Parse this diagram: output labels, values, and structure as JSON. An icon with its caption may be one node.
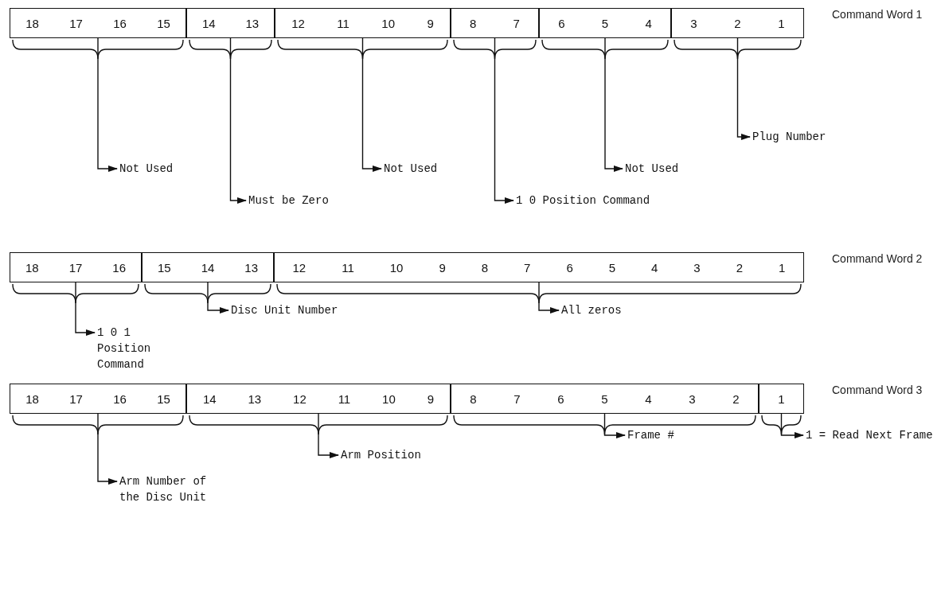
{
  "diagram": {
    "nodes": [
      {
        "text": [
          "18 17 16 15"
        ]
      },
      {
        "text": [
          "14 13"
        ]
      },
      {
        "text": [
          "12 11 10 9"
        ]
      },
      {
        "text": [
          "8 7"
        ]
      },
      {
        "text": [
          "6 5 4"
        ]
      },
      {
        "text": [
          "3 2 1"
        ]
      },
      {
        "text": [
          "Plug Number"
        ]
      },
      {
        "text": [
          "Not Used"
        ]
      },
      {
        "text": [
          "Not Used"
        ]
      },
      {
        "text": [
          "Not Used"
        ]
      },
      {
        "text": [
          "Must be Zero"
        ]
      },
      {
        "text": [
          "1 0 Position Command"
        ]
      },
      {
        "text": [
          "18 17 16"
        ]
      },
      {
        "text": [
          "15 14 13"
        ]
      },
      {
        "text": [
          "12 11 10 9 8 7 6 5 4 3 2 1"
        ]
      },
      {
        "text": [
          "Disc Unit Number"
        ]
      },
      {
        "text": [
          "All zeros"
        ]
      },
      {
        "text": [
          "1 0 1 Position Command"
        ]
      },
      {
        "text": [
          "18 17 16 15"
        ]
      },
      {
        "text": [
          "14 13 12 11 10 9"
        ]
      },
      {
        "text": [
          "8 7 6 5 4 3 2"
        ]
      },
      {
        "text": [
          "1"
        ]
      },
      {
        "text": [
          "1 = Read Next Frame"
        ]
      },
      {
        "text": [
          "Frame #"
        ]
      },
      {
        "text": [
          "Arm Position"
        ]
      },
      {
        "text": [
          "Arm Number of the Disc Unit"
        ]
      }
    ],
    "edges": [
      {
        "from": 0,
        "to": 7,
        "arrow": "to"
      },
      {
        "from": 1,
        "to": 10,
        "arrow": "to"
      },
      {
        "from": 2,
        "to": 8,
        "arrow": "to"
      },
      {
        "from": 3,
        "to": 11,
        "arrow": "to"
      },
      {
        "from": 4,
        "to": 9,
        "arrow": "to"
      },
      {
        "from": 5,
        "to": 6,
        "arrow": "to"
      },
      {
        "from": 12,
        "to": 17,
        "arrow": "to"
      },
      {
        "from": 13,
        "to": 15,
        "arrow": "to"
      },
      {
        "from": 14,
        "to": 16,
        "arrow": "to"
      },
      {
        "from": 18,
        "to": 25,
        "arrow": "to"
      },
      {
        "from": 19,
        "to": 24,
        "arrow": "to"
      },
      {
        "from": 20,
        "to": 23,
        "arrow": "to"
      },
      {
        "from": 21,
        "to": 22,
        "arrow": "to"
      }
    ],
    "labels": [
      "Command Word 1",
      "Command Word 2",
      "Command Word 3"
    ]
  }
}
